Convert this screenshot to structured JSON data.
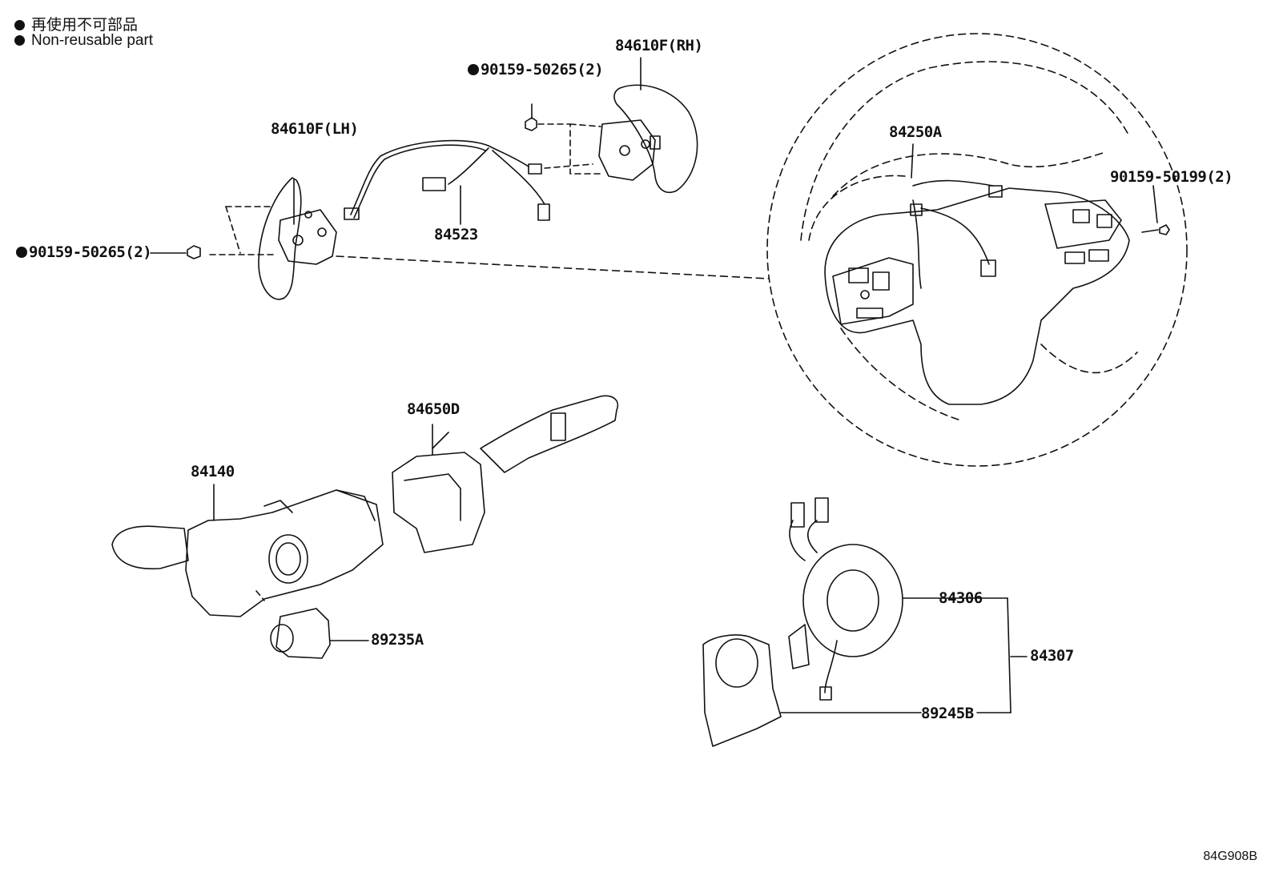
{
  "legend": {
    "line1": "再使用不可部品",
    "line2": "Non-reusable part"
  },
  "labels": {
    "rh_paddle": "84610F(RH)",
    "lh_paddle": "84610F(LH)",
    "screw_top": "90159-50265(2)",
    "screw_left": "90159-50265(2)",
    "screw_right": "90159-50199(2)",
    "wire_harness": "84523",
    "steering_switch": "84250A",
    "wiper_switch": "84650D",
    "turn_switch": "84140",
    "ignition_switch": "89235A",
    "spiral_cable": "84306",
    "spiral_assembly": "84307",
    "angle_sensor": "89245B"
  },
  "diagram_code": "84G908B"
}
